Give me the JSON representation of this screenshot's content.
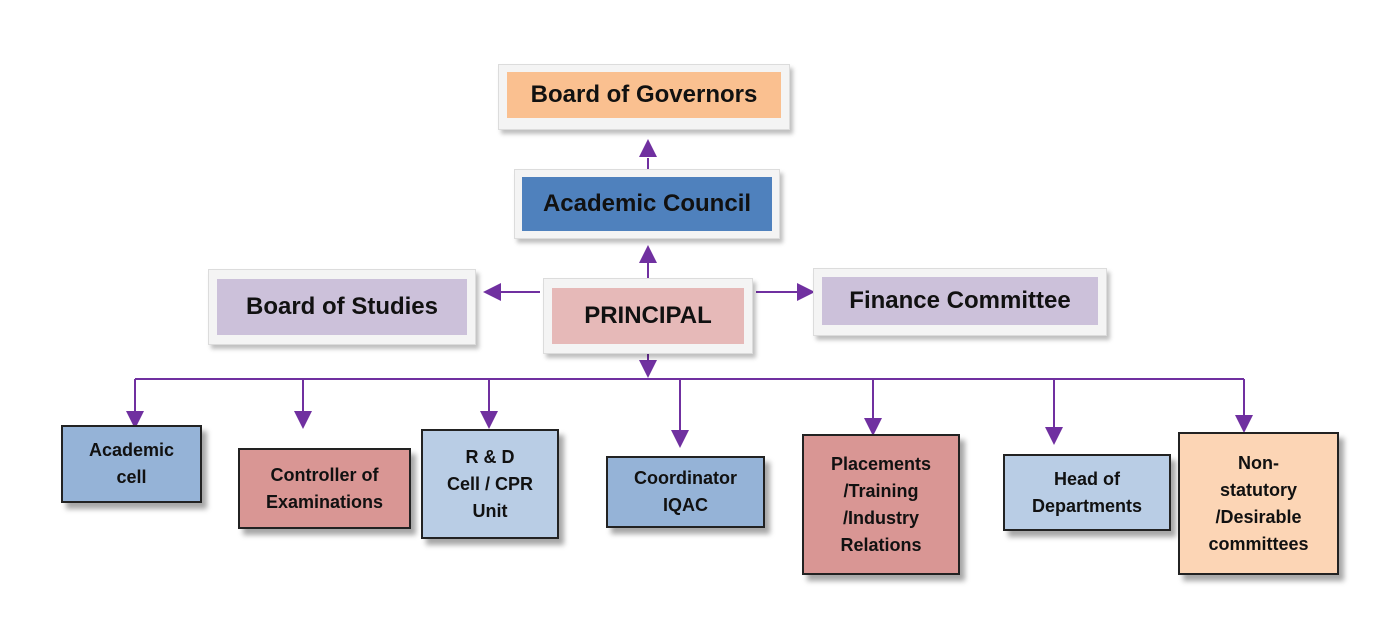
{
  "colors": {
    "arrow": "#7030a0",
    "orange": "#fac090",
    "blue_dark": "#4f81bd",
    "lavender": "#ccc1da",
    "pink": "#e6b9b8",
    "light_blue": "#95b3d7",
    "rose": "#d99694",
    "pale_blue": "#b9cde5",
    "peach": "#fcd5b5"
  },
  "org": {
    "governors": "Board of Governors",
    "council": "Academic Council",
    "studies": "Board of Studies",
    "principal": "PRINCIPAL",
    "finance": "Finance Committee",
    "units": [
      {
        "label": "Academic\ncell"
      },
      {
        "label": "Controller of\nExaminations"
      },
      {
        "label": "R & D\nCell / CPR\nUnit"
      },
      {
        "label": "Coordinator\nIQAC"
      },
      {
        "label": "Placements\n/Training\n/Industry\nRelations"
      },
      {
        "label": "Head of\nDepartments"
      },
      {
        "label": "Non-\nstatutory\n/Desirable\ncommittees"
      }
    ]
  }
}
